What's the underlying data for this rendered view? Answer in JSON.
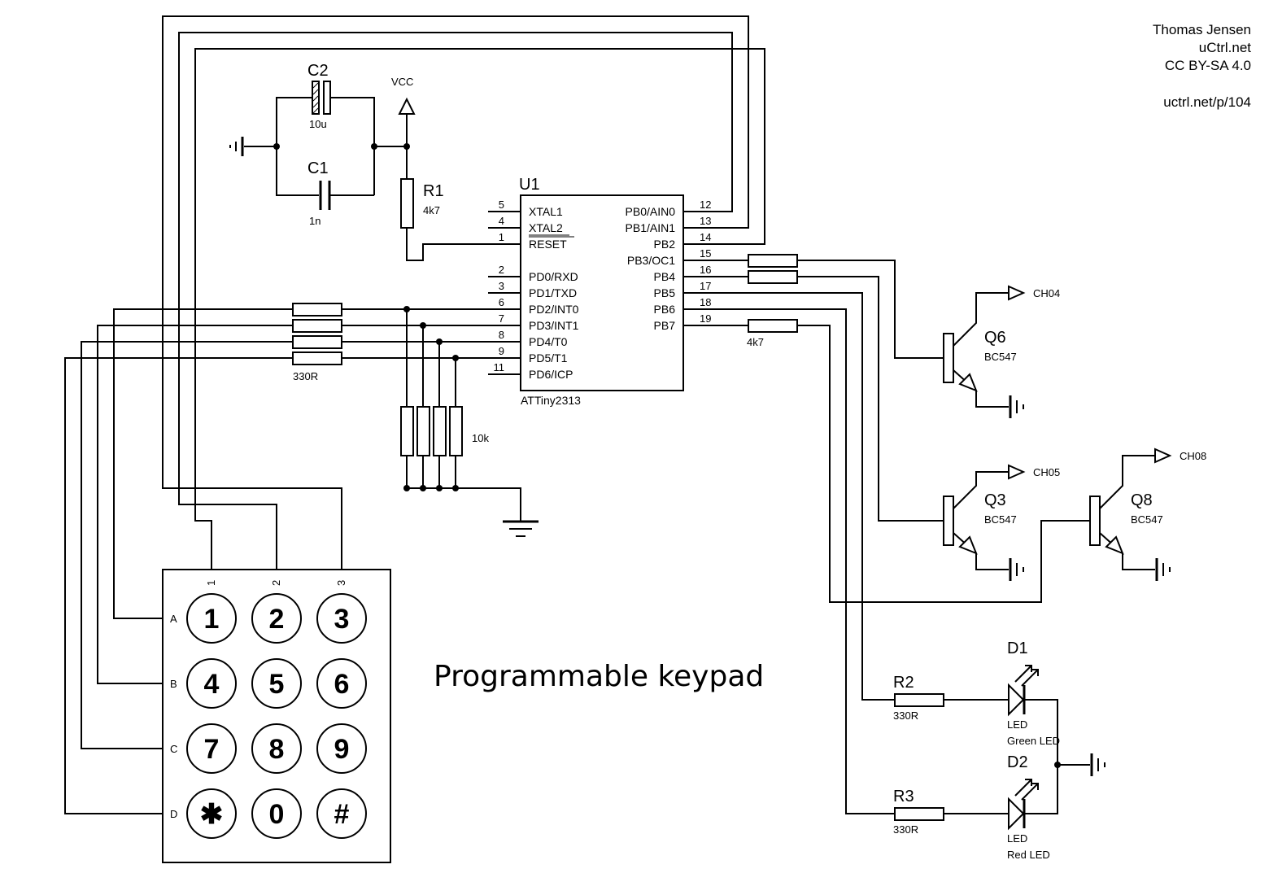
{
  "attribution": {
    "author": "Thomas Jensen",
    "site": "uCtrl.net",
    "license": "CC BY-SA 4.0",
    "url": "uctrl.net/p/104"
  },
  "title": "Programmable keypad",
  "power": {
    "vcc_label": "VCC"
  },
  "c2": {
    "ref": "C2",
    "value": "10u"
  },
  "c1": {
    "ref": "C1",
    "value": "1n"
  },
  "r1": {
    "ref": "R1",
    "value": "4k7"
  },
  "u1": {
    "ref": "U1",
    "part": "ATTiny2313",
    "left_pins": [
      {
        "num": "5",
        "name": "XTAL1"
      },
      {
        "num": "4",
        "name": "XTAL2"
      },
      {
        "num": "1",
        "name": "RESET"
      },
      {
        "num": "2",
        "name": "PD0/RXD"
      },
      {
        "num": "3",
        "name": "PD1/TXD"
      },
      {
        "num": "6",
        "name": "PD2/INT0"
      },
      {
        "num": "7",
        "name": "PD3/INT1"
      },
      {
        "num": "8",
        "name": "PD4/T0"
      },
      {
        "num": "9",
        "name": "PD5/T1"
      },
      {
        "num": "11",
        "name": "PD6/ICP"
      }
    ],
    "right_pins": [
      {
        "num": "12",
        "name": "PB0/AIN0"
      },
      {
        "num": "13",
        "name": "PB1/AIN1"
      },
      {
        "num": "14",
        "name": "PB2"
      },
      {
        "num": "15",
        "name": "PB3/OC1"
      },
      {
        "num": "16",
        "name": "PB4"
      },
      {
        "num": "17",
        "name": "PB5"
      },
      {
        "num": "18",
        "name": "PB6"
      },
      {
        "num": "19",
        "name": "PB7"
      }
    ]
  },
  "row_resistors": {
    "value": "330R"
  },
  "pulldowns": {
    "value": "10k"
  },
  "base_resistor": {
    "value": "4k7"
  },
  "transistors": [
    {
      "ref": "Q6",
      "part": "BC547",
      "output": "CH04"
    },
    {
      "ref": "Q3",
      "part": "BC547",
      "output": "CH05"
    },
    {
      "ref": "Q8",
      "part": "BC547",
      "output": "CH08"
    }
  ],
  "r2": {
    "ref": "R2",
    "value": "330R"
  },
  "r3": {
    "ref": "R3",
    "value": "330R"
  },
  "d1": {
    "ref": "D1",
    "type": "LED",
    "desc": "Green LED"
  },
  "d2": {
    "ref": "D2",
    "type": "LED",
    "desc": "Red LED"
  },
  "keypad": {
    "col_labels": [
      "1",
      "2",
      "3"
    ],
    "row_labels": [
      "A",
      "B",
      "C",
      "D"
    ],
    "keys": [
      "1",
      "2",
      "3",
      "4",
      "5",
      "6",
      "7",
      "8",
      "9",
      "✱",
      "0",
      "#"
    ]
  }
}
